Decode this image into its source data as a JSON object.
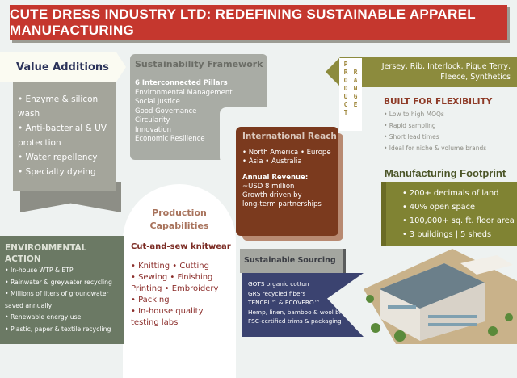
{
  "title": "CUTE DRESS INDUSTRY LTD: REDEFINING SUSTAINABLE APPAREL MANUFACTURING",
  "value_additions": {
    "heading": "Value Additions",
    "items": [
      "• Enzyme & silicon wash",
      "• Anti-bacterial & UV protection",
      "• Water repellency",
      "• Specialty dyeing"
    ]
  },
  "sustainability_framework": {
    "heading": "Sustainability Framework",
    "subheading": "6 Interconnected Pillars",
    "items": [
      "Environmental Management",
      "Social Justice",
      "Good Governance",
      "Circularity",
      "Innovation",
      "Economic Resilience"
    ]
  },
  "international_reach": {
    "heading": "International Reach",
    "regions": [
      "• North America • Europe",
      "• Asia • Australia"
    ],
    "revenue_label": "Annual Revenue:",
    "revenue_lines": [
      "~USD 8 million",
      "Growth driven by",
      "long-term partnerships"
    ]
  },
  "product_range": {
    "label_word1": "PRODUCT",
    "label_word2": "RANGE",
    "lines": [
      "Jersey, Rib, Interlock, Pique Terry,",
      "Fleece, Synthetics"
    ]
  },
  "built_for_flexibility": {
    "heading": "BUILT FOR FLEXIBILITY",
    "items": [
      "• Low to high MOQs",
      "• Rapid sampling",
      "• Short lead times",
      "• Ideal for niche & volume brands"
    ]
  },
  "manufacturing_footprint": {
    "heading": "Manufacturing Footprint",
    "items": [
      "• 200+ decimals of land",
      "• 40% open space",
      "• 100,000+ sq. ft. floor area",
      "• 3 buildings | 5 sheds"
    ]
  },
  "production_capabilities": {
    "heading": "Production Capabilities",
    "subheading": "Cut-and-sew knitwear",
    "items": [
      "• Knitting • Cutting",
      "• Sewing • Finishing",
      "Printing • Embroidery",
      "• Packing",
      "• In-house quality testing labs"
    ]
  },
  "environmental_action": {
    "heading": "ENVIRONMENTAL ACTION",
    "items": [
      "• In-house WTP & ETP",
      "• Rainwater & greywater recycling",
      "• Millions of liters of groundwater saved annually",
      "• Renewable energy use",
      "• Plastic, paper & textile recycling"
    ]
  },
  "sustainable_sourcing": {
    "heading": "Sustainable Sourcing",
    "items": [
      "GOTS organic cotton",
      "GRS recycled fibers",
      "TENCEL™ & ECOVERO™",
      "Hemp, linen, bamboo & wool blends",
      "FSC-certified trims & packaging"
    ]
  },
  "colors": {
    "title": "#c5372e",
    "olive": "#808333",
    "brown": "#7b3a1e",
    "navy": "#3b4370",
    "env": "#6b7964",
    "gray": "#a4a59b"
  }
}
